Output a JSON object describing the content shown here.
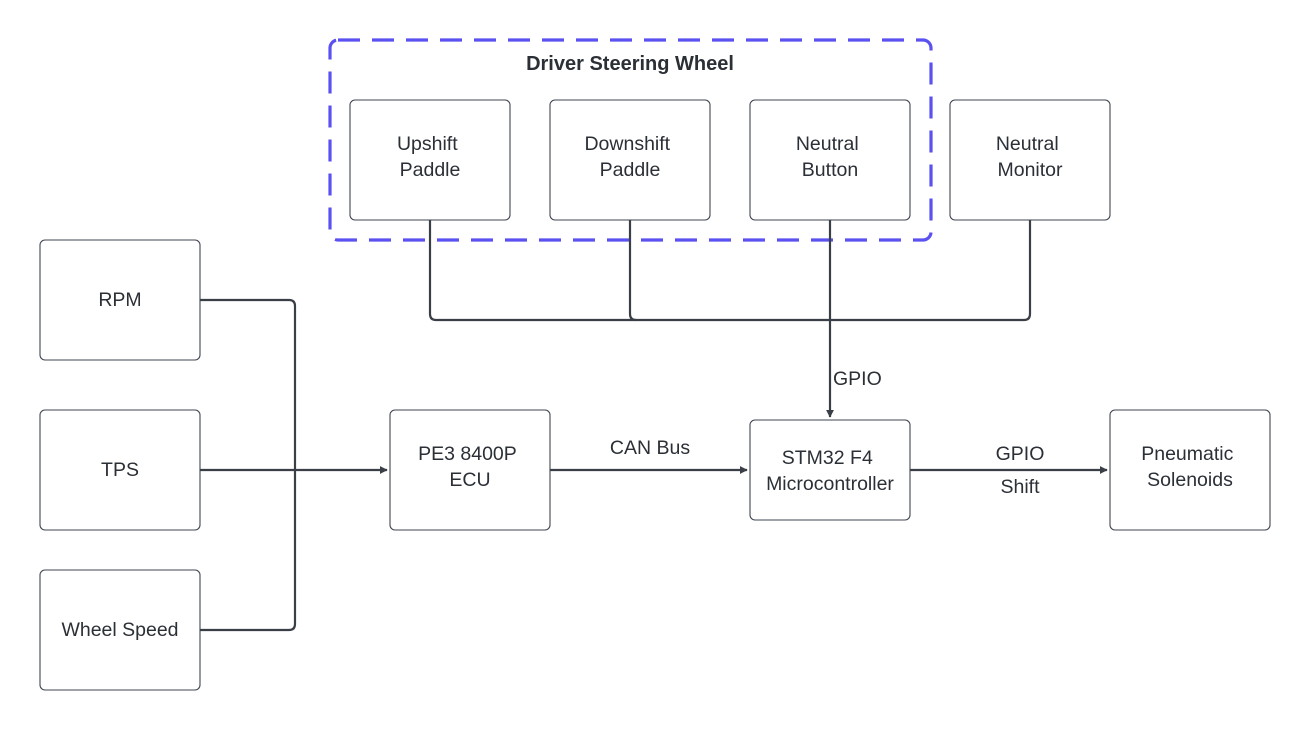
{
  "group": {
    "title": "Driver Steering Wheel",
    "frame_color": "#5b50f0"
  },
  "nodes": {
    "upshift": {
      "lines": [
        "Upshift",
        "Paddle"
      ]
    },
    "downshift": {
      "lines": [
        "Downshift",
        "Paddle"
      ]
    },
    "neutral_button": {
      "lines": [
        "Neutral",
        "Button"
      ]
    },
    "neutral_monitor": {
      "lines": [
        "Neutral",
        "Monitor"
      ]
    },
    "rpm": {
      "lines": [
        "RPM"
      ]
    },
    "tps": {
      "lines": [
        "TPS"
      ]
    },
    "wheel_speed": {
      "lines": [
        "Wheel Speed"
      ]
    },
    "ecu": {
      "lines": [
        "PE3 8400P",
        "ECU"
      ]
    },
    "mcu": {
      "lines": [
        "STM32 F4",
        "Microcontroller"
      ]
    },
    "solenoids": {
      "lines": [
        "Pneumatic",
        "Solenoids"
      ]
    }
  },
  "edges": {
    "wheel_to_mcu": "GPIO",
    "ecu_to_mcu": "CAN Bus",
    "mcu_to_solenoids_top": "GPIO",
    "mcu_to_solenoids_bottom": "Shift"
  },
  "colors": {
    "line": "#3a3f47",
    "box_border": "#3f4650",
    "text": "#2b2f36"
  }
}
